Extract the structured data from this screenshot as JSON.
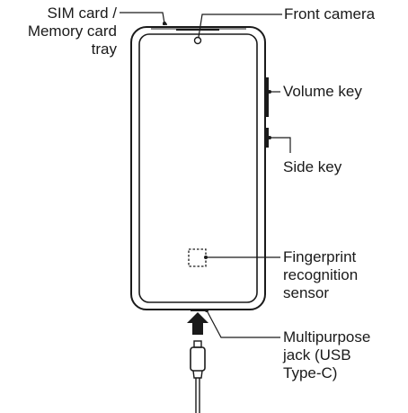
{
  "labels": {
    "sim_tray": [
      "SIM card /",
      "Memory card",
      "tray"
    ],
    "front_camera": [
      "Front camera"
    ],
    "volume_key": [
      "Volume key"
    ],
    "side_key": [
      "Side key"
    ],
    "fingerprint": [
      "Fingerprint",
      "recognition",
      "sensor"
    ],
    "multipurpose_jack": [
      "Multipurpose",
      "jack (USB",
      "Type-C)"
    ]
  },
  "colors": {
    "line": "#1a1a1a",
    "background": "#ffffff"
  }
}
